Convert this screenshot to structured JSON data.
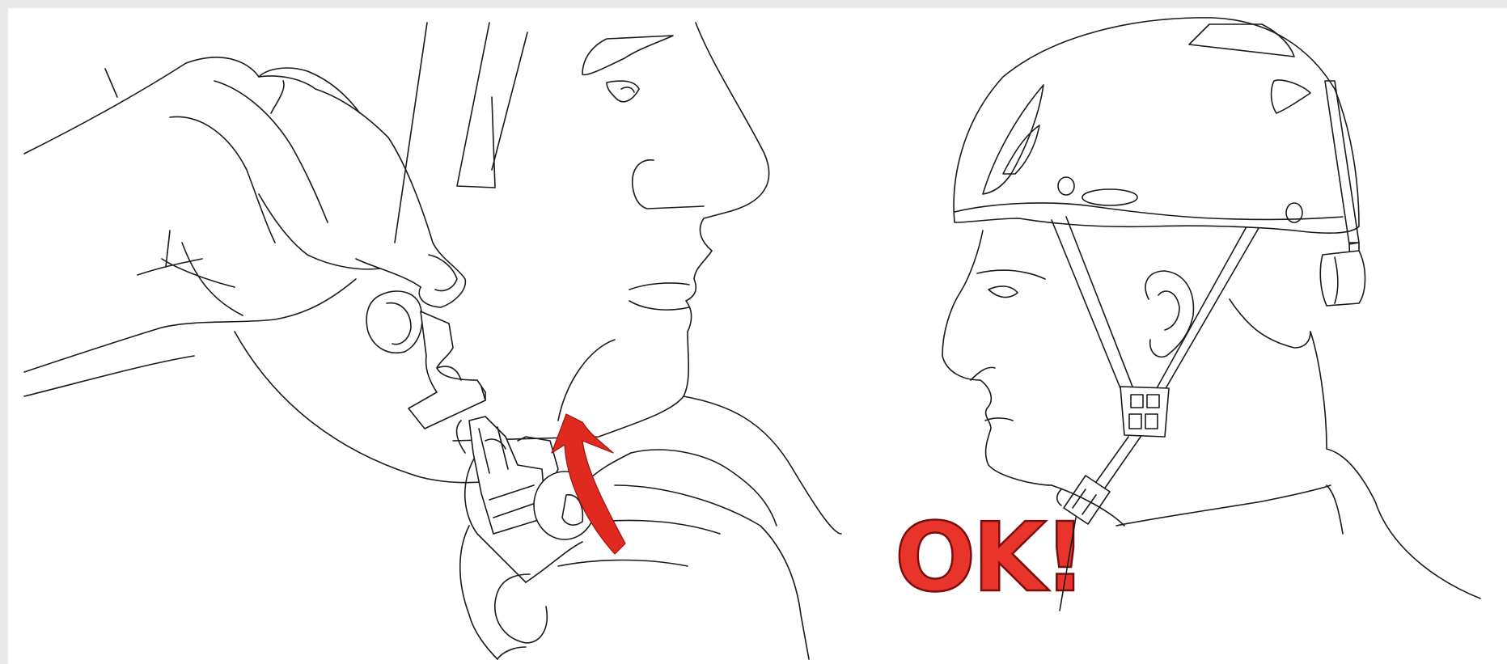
{
  "figure": {
    "step_left": {
      "icon": "chin-strap-buckle-fastening-illustration",
      "arrow_color": "#e0291f"
    },
    "step_right": {
      "icon": "helmet-worn-correctly-illustration",
      "status_label": "OK!",
      "status_color": "#e8342b"
    }
  }
}
